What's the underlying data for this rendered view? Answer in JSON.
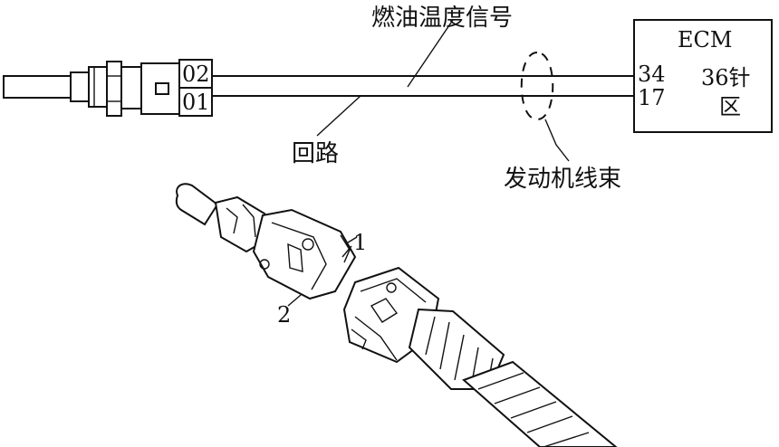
{
  "labels": {
    "signal_wire": "燃油温度信号",
    "return_wire": "回路",
    "harness": "发动机线束",
    "ecm_title": "ECM",
    "ecm_zone_line1": "36针",
    "ecm_zone_line2": "区",
    "sensor_pin_top": "02",
    "sensor_pin_bottom": "01",
    "ecm_pin_top": "34",
    "ecm_pin_bottom": "17",
    "part_1": "1",
    "part_2": "2"
  }
}
